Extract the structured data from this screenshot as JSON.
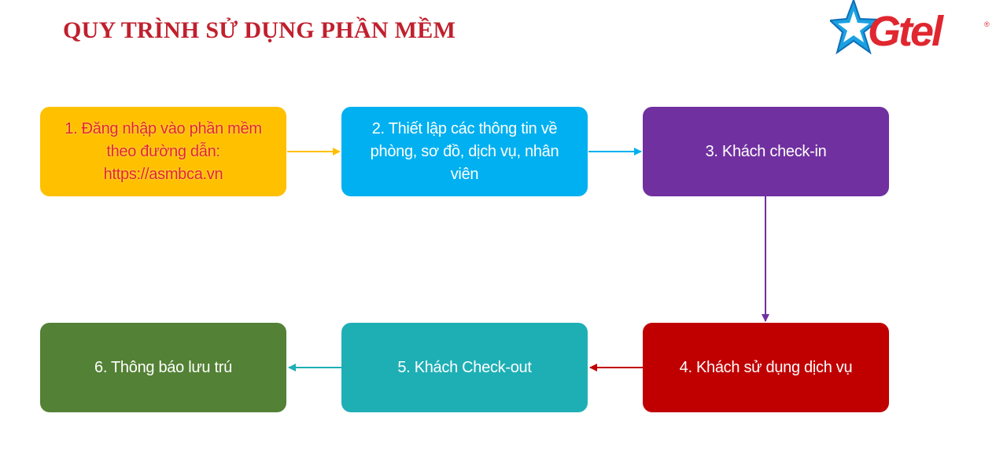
{
  "header": {
    "title": "QUY TRÌNH SỬ DỤNG PHẦN MỀM",
    "logo_text": "Gtel",
    "logo_reg": "®"
  },
  "steps": [
    {
      "lines": [
        "1. Đăng nhập vào phần mềm",
        "theo đường dẫn:",
        "https://asmbca.vn"
      ],
      "color": "#FFC000",
      "text_color": "#E3262E"
    },
    {
      "lines": [
        "2. Thiết lập các thông tin về",
        "phòng, sơ đồ, dịch vụ, nhân",
        "viên"
      ],
      "color": "#00B0F0",
      "text_color": "#FFFFFF"
    },
    {
      "lines": [
        "3. Khách check-in"
      ],
      "color": "#7030A0",
      "text_color": "#FFFFFF"
    },
    {
      "lines": [
        "4. Khách sử dụng dịch vụ"
      ],
      "color": "#C00000",
      "text_color": "#FFFFFF"
    },
    {
      "lines": [
        "5. Khách Check-out"
      ],
      "color": "#1EAFB5",
      "text_color": "#FFFFFF"
    },
    {
      "lines": [
        "6. Thông báo lưu trú"
      ],
      "color": "#538135",
      "text_color": "#FFFFFF"
    }
  ],
  "connectors": [
    {
      "from": 1,
      "to": 2,
      "color": "#FFC000"
    },
    {
      "from": 2,
      "to": 3,
      "color": "#00B0F0"
    },
    {
      "from": 3,
      "to": 4,
      "color": "#7030A0"
    },
    {
      "from": 4,
      "to": 5,
      "color": "#C00000"
    },
    {
      "from": 5,
      "to": 6,
      "color": "#1EAFB5"
    }
  ],
  "brand_colors": {
    "logo_blue": "#1BA1E2",
    "logo_red": "#E0262F",
    "title_red": "#C0202E"
  }
}
